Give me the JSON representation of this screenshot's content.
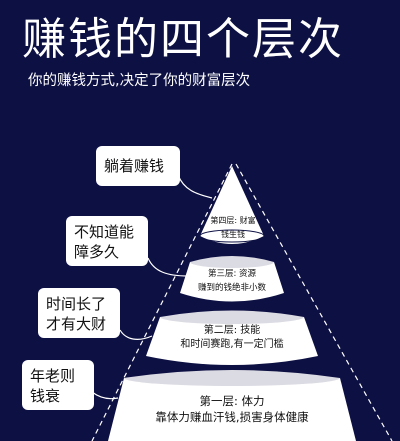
{
  "header": {
    "title": "赚钱的四个层次",
    "subtitle": "你的赚钱方式,决定了你的财富层次"
  },
  "layers": [
    {
      "level_label": "第四层: 财富",
      "description": "钱生钱"
    },
    {
      "level_label": "第三层: 资源",
      "description": "赚到的钱绝非小数"
    },
    {
      "level_label": "第二层: 技能",
      "description": "和时间赛跑,有一定门槛"
    },
    {
      "level_label": "第一层: 体力",
      "description": "靠体力赚血汗钱,损害身体健康"
    }
  ],
  "callouts": [
    {
      "line1": "躺着赚钱",
      "line2": ""
    },
    {
      "line1": "不知道能",
      "line2": "障多久"
    },
    {
      "line1": "时间长了",
      "line2": "才有大财"
    },
    {
      "line1": "年老则",
      "line2": "钱衰"
    }
  ],
  "colors": {
    "background": "#0d1043",
    "layer_fill": "#ffffff",
    "callout_fill": "#ffffff",
    "dashed_outline": "#ffffff"
  }
}
